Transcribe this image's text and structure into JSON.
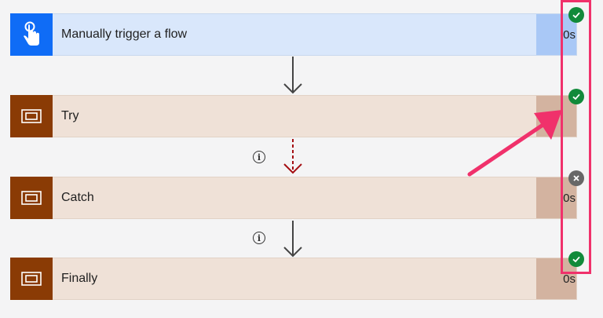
{
  "flow": {
    "steps": [
      {
        "title": "Manually trigger a flow",
        "duration": "0s",
        "status": "succeeded"
      },
      {
        "title": "Try",
        "duration": "",
        "status": "succeeded"
      },
      {
        "title": "Catch",
        "duration": "0s",
        "status": "failed"
      },
      {
        "title": "Finally",
        "duration": "0s",
        "status": "succeeded"
      }
    ]
  },
  "colors": {
    "trigger_icon_bg": "#0f6cf6",
    "scope_icon_bg": "#8a3b05",
    "success_badge": "#118a3a",
    "failed_badge": "#676767",
    "annotation": "#f0316b"
  },
  "icons": {
    "trigger": "touch-hand-icon",
    "scope": "scope-icon",
    "success": "checkmark-icon",
    "failed": "close-icon",
    "connector": "arrow-down-icon",
    "info": "info-icon"
  }
}
